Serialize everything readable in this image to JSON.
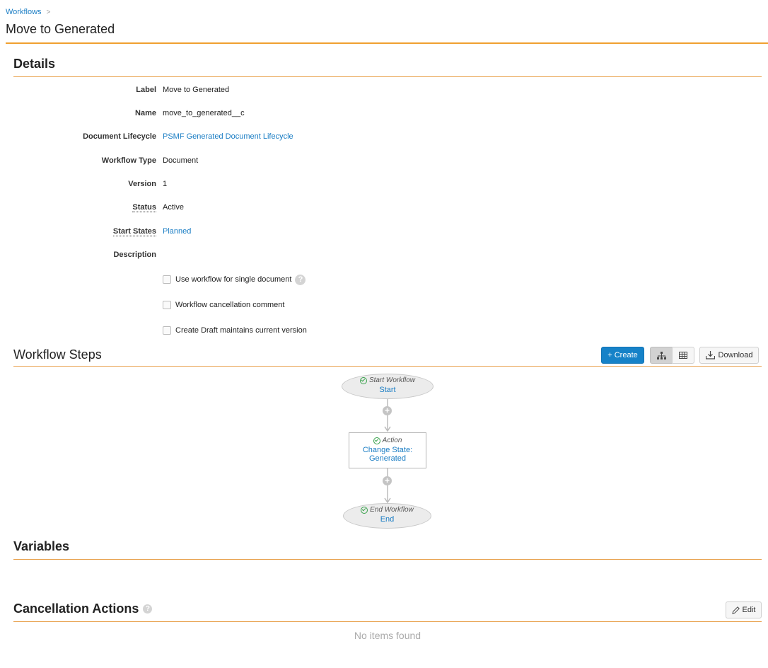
{
  "breadcrumb": {
    "parent": "Workflows",
    "separator": ">"
  },
  "page": {
    "title": "Move to Generated"
  },
  "details": {
    "title": "Details",
    "fields": [
      {
        "label": "Label",
        "value": "Move to Generated"
      },
      {
        "label": "Name",
        "value": "move_to_generated__c"
      },
      {
        "label": "Document Lifecycle",
        "value": "PSMF Generated Document Lifecycle"
      },
      {
        "label": "Workflow Type",
        "value": "Document"
      },
      {
        "label": "Version",
        "value": "1"
      },
      {
        "label": "Status",
        "value": "Active"
      },
      {
        "label": "Start States",
        "value": "Planned"
      },
      {
        "label": "Description",
        "value": ""
      }
    ],
    "options": [
      {
        "label": "Use workflow for single document",
        "checked": false,
        "has_help": true
      },
      {
        "label": "Workflow cancellation comment",
        "checked": false
      },
      {
        "label": "Create Draft maintains current version",
        "checked": false
      }
    ]
  },
  "workflow_steps": {
    "title": "Workflow Steps",
    "create_label": "+ Create",
    "download_label": "Download",
    "view_modes": [
      "hierarchy",
      "table"
    ],
    "active_view": "hierarchy",
    "nodes": [
      {
        "type": "Start Workflow",
        "label": "Start"
      },
      {
        "type": "Action",
        "label": "Change State: Generated"
      },
      {
        "type": "End Workflow",
        "label": "End"
      }
    ]
  },
  "variables": {
    "title": "Variables"
  },
  "cancellation_actions": {
    "title": "Cancellation Actions",
    "edit_label": "Edit",
    "empty_text": "No items found"
  },
  "colors": {
    "accent": "#f0a030",
    "link": "#1a7dc4",
    "primary": "#1682c8",
    "status_ok": "#37a14a"
  },
  "icons": {
    "help": "help-icon",
    "check": "check-circle-icon",
    "add": "plus-circle-icon",
    "edit": "pencil-icon",
    "download": "download-icon",
    "hierarchy": "hierarchy-icon",
    "table": "table-icon"
  }
}
